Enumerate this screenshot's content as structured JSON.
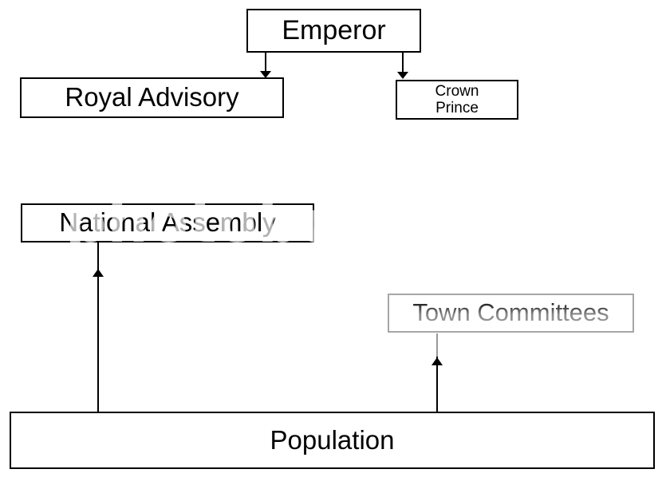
{
  "diagram": {
    "type": "org-chart",
    "background": "#ffffff",
    "nodes": [
      {
        "id": "emperor",
        "label": "Emperor"
      },
      {
        "id": "royal-advisory",
        "label": "Royal Advisory"
      },
      {
        "id": "crown-prince",
        "label": "Crown Prince"
      },
      {
        "id": "national-assembly",
        "label": "National Assembly"
      },
      {
        "id": "town-committees",
        "label": "Town Committees",
        "style": "faded"
      },
      {
        "id": "population",
        "label": "Population"
      }
    ],
    "edges": [
      {
        "from": "emperor",
        "to": "royal-advisory",
        "arrow": "down"
      },
      {
        "from": "emperor",
        "to": "crown-prince",
        "arrow": "down"
      },
      {
        "from": "population",
        "to": "national-assembly",
        "arrow": "up"
      },
      {
        "from": "population",
        "to": "town-committees",
        "arrow": "up"
      }
    ],
    "watermark": {
      "text": "photobucket"
    },
    "colors": {
      "line": "#000000",
      "box_border": "#000000",
      "faded_gray": "#9a9a9a",
      "background": "#ffffff"
    }
  }
}
